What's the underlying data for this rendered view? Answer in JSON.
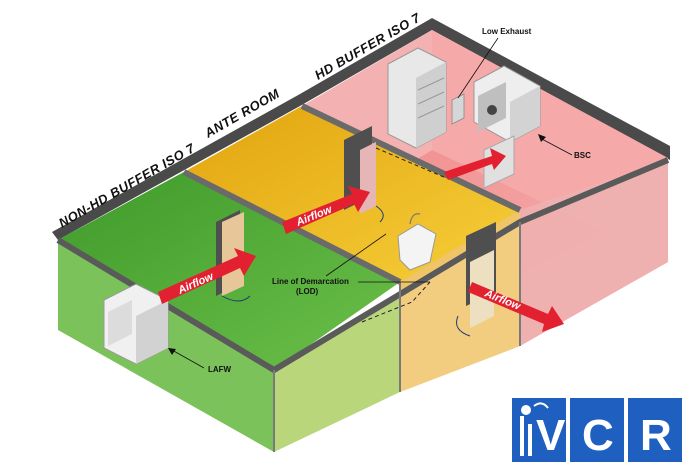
{
  "rooms": {
    "non_hd_buffer": "NON-HD BUFFER ISO 7",
    "ante_room": "ANTE ROOM",
    "hd_buffer": "HD BUFFER ISO 7"
  },
  "callouts": {
    "low_exhaust": "Low Exhaust",
    "bsc": "BSC",
    "lod_line1": "Line of Demarcation",
    "lod_line2": "(LOD)",
    "lafw": "LAFW"
  },
  "airflow_label": "Airflow",
  "logo": {
    "letters": [
      "V",
      "C",
      "R"
    ],
    "color": "#1f5fbf"
  },
  "colors": {
    "green_zone": "#5fb43a",
    "yellow_zone": "#f1bf1c",
    "pink_zone": "#f5a7a7",
    "airflow_arrow": "#e3202f",
    "wall": "#5a5a5a"
  }
}
